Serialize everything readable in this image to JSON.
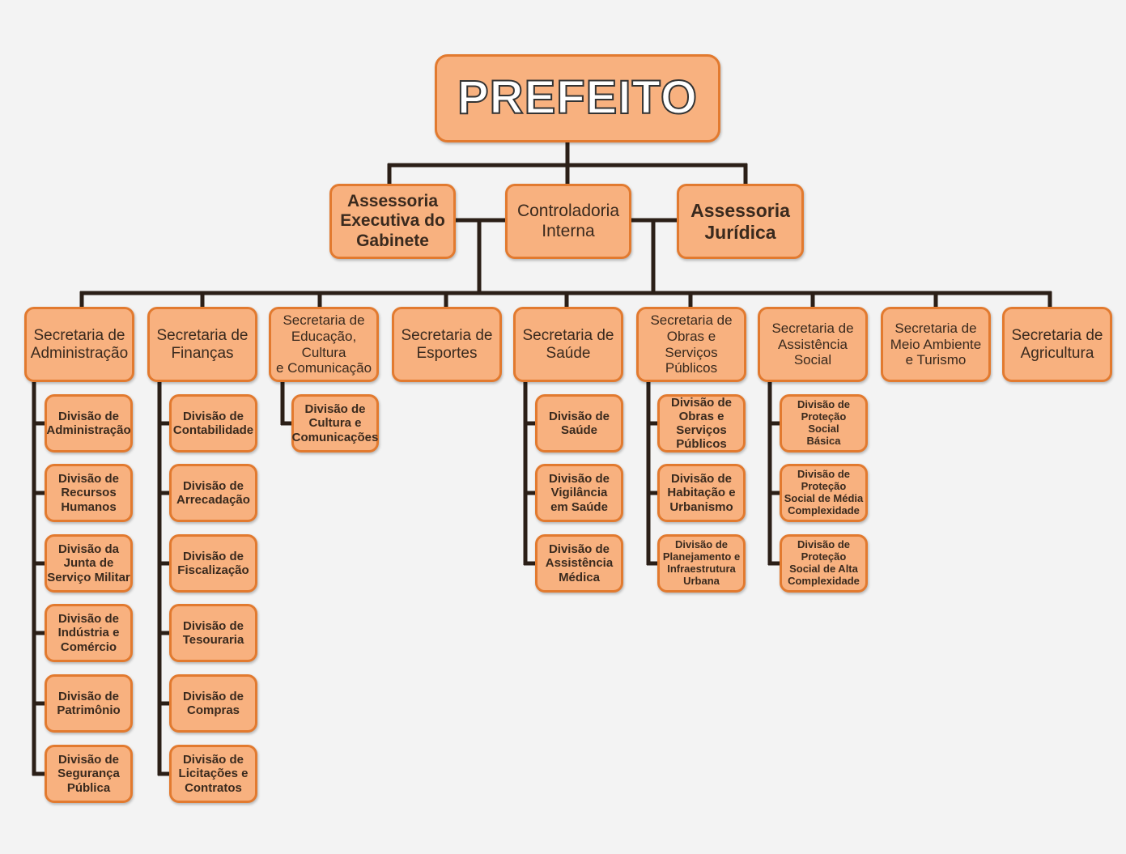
{
  "colors": {
    "box_fill": "#f8b17f",
    "box_border": "#e27a2f",
    "line": "#2b1f17",
    "background": "#f3f3f3"
  },
  "root": "PREFEITO",
  "advisory": [
    "Assessoria\nExecutiva do\nGabinete",
    "Controladoria\nInterna",
    "Assessoria\nJurídica"
  ],
  "secretariats": [
    {
      "label": "Secretaria de\nAdministração",
      "divisions": [
        "Divisão de\nAdministração",
        "Divisão de\nRecursos\nHumanos",
        "Divisão da\nJunta de\nServiço Militar",
        "Divisão de\nIndústria e\nComércio",
        "Divisão de\nPatrimônio",
        "Divisão de\nSegurança\nPública"
      ]
    },
    {
      "label": "Secretaria de\nFinanças",
      "divisions": [
        "Divisão de\nContabilidade",
        "Divisão de\nArrecadação",
        "Divisão de\nFiscalização",
        "Divisão de\nTesouraria",
        "Divisão de\nCompras",
        "Divisão de\nLicitações e\nContratos"
      ]
    },
    {
      "label": "Secretaria de\nEducação, Cultura\ne Comunicação",
      "divisions": [
        "Divisão de\nCultura e\nComunicações"
      ]
    },
    {
      "label": "Secretaria de\nEsportes",
      "divisions": []
    },
    {
      "label": "Secretaria de\nSaúde",
      "divisions": [
        "Divisão de\nSaúde",
        "Divisão de\nVigilância\nem Saúde",
        "Divisão de\nAssistência\nMédica"
      ]
    },
    {
      "label": "Secretaria de\nObras e Serviços\nPúblicos",
      "divisions": [
        "Divisão de\nObras e Serviços\nPúblicos",
        "Divisão de\nHabitação e\nUrbanismo",
        "Divisão de\nPlanejamento e\nInfraestrutura\nUrbana"
      ]
    },
    {
      "label": "Secretaria de\nAssistência\nSocial",
      "divisions": [
        "Divisão de\nProteção\nSocial\nBásica",
        "Divisão de\nProteção\nSocial de Média\nComplexidade",
        "Divisão de\nProteção\nSocial de Alta\nComplexidade"
      ]
    },
    {
      "label": "Secretaria de\nMeio Ambiente\ne Turismo",
      "divisions": []
    },
    {
      "label": "Secretaria de\nAgricultura",
      "divisions": []
    }
  ]
}
